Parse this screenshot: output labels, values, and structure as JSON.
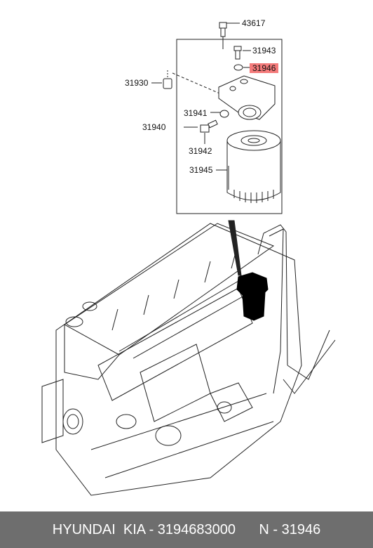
{
  "callouts": {
    "p43617": "43617",
    "p31943": "31943",
    "p31946": "31946",
    "p31930": "31930",
    "p31941": "31941",
    "p31940": "31940",
    "p31942": "31942",
    "p31945": "31945"
  },
  "highlight_color": "#f47b7b",
  "footer": {
    "text": "HYUNDAI  KIA - 3194683000      N - 31946"
  }
}
